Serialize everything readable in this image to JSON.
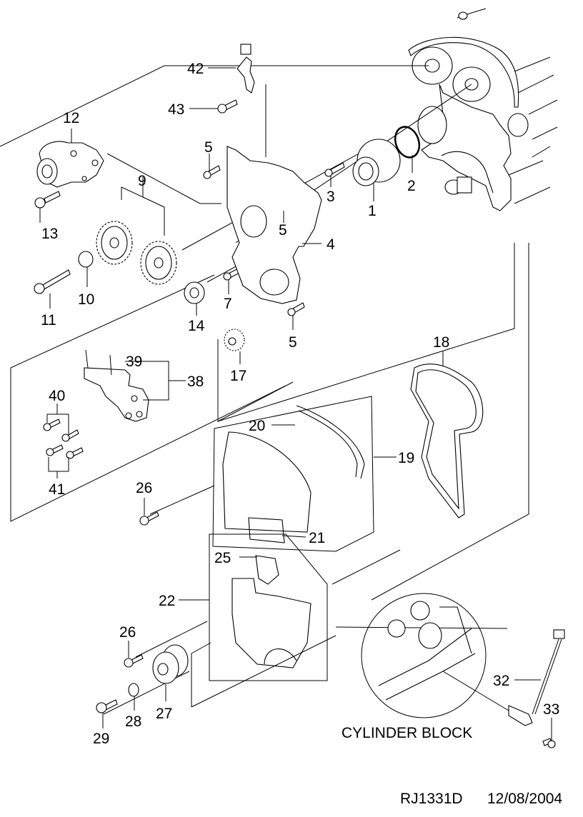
{
  "diagram": {
    "title": "Timing belt & cover exploded parts diagram",
    "code": "RJ1331D",
    "date": "12/08/2004",
    "inset_caption": "CYLINDER BLOCK",
    "callouts": {
      "c1": "1",
      "c2": "2",
      "c3": "3",
      "c4": "4",
      "c5a": "5",
      "c5b": "5",
      "c5c": "5",
      "c7": "7",
      "c9": "9",
      "c10": "10",
      "c11": "11",
      "c12": "12",
      "c13": "13",
      "c14": "14",
      "c17": "17",
      "c18": "18",
      "c19": "19",
      "c20": "20",
      "c21": "21",
      "c22": "22",
      "c25": "25",
      "c26a": "26",
      "c26b": "26",
      "c27": "27",
      "c28": "28",
      "c29": "29",
      "c32": "32",
      "c33": "33",
      "c38": "38",
      "c39": "39",
      "c40": "40",
      "c41": "41",
      "c42": "42",
      "c43": "43"
    }
  }
}
